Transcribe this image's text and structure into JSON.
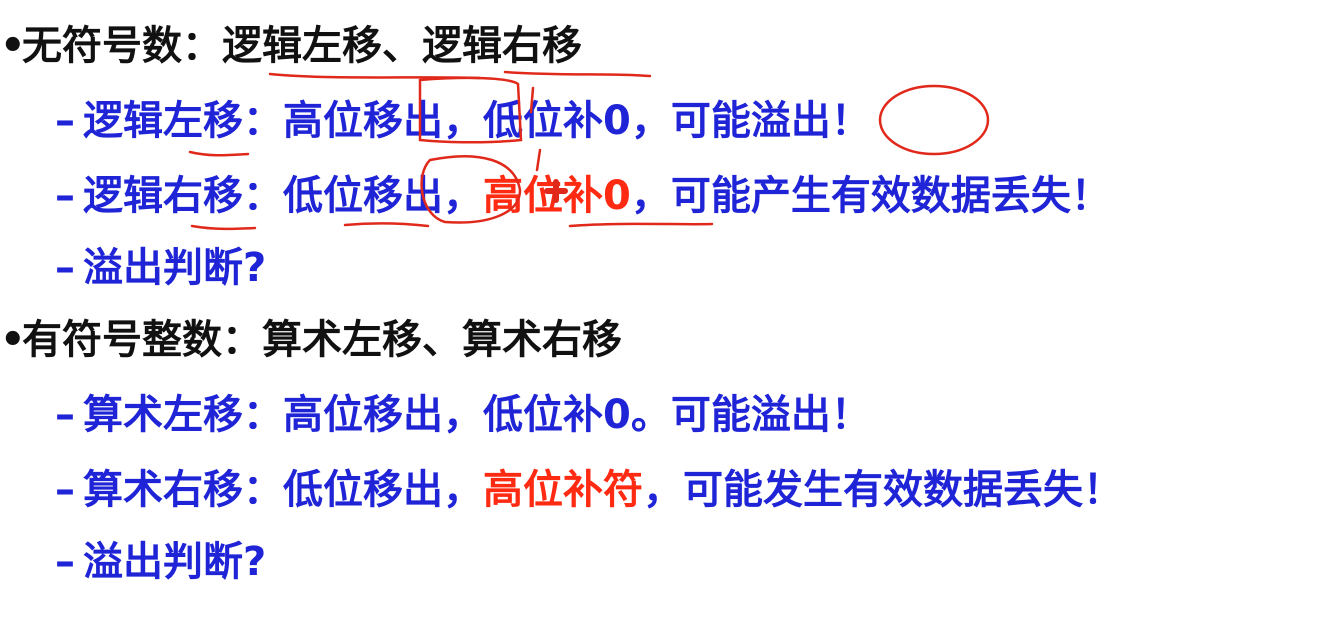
{
  "sections": [
    {
      "bullet": "•",
      "heading": "无符号数：逻辑左移、逻辑右移",
      "items": [
        {
          "dash": "–",
          "label": "逻辑左移：",
          "a": "高位移出，",
          "b": "低位补0，",
          "c": "可能溢出！"
        },
        {
          "dash": "–",
          "label": "逻辑右移：",
          "a": "低位移出，",
          "b": "高位补0",
          "c": "，可能产生有效数据丢失！"
        },
        {
          "dash": "–",
          "label": "溢出判断?"
        }
      ]
    },
    {
      "bullet": "•",
      "heading": "有符号整数：算术左移、算术右移",
      "items": [
        {
          "dash": "–",
          "label": "算术左移：",
          "a": "高位移出，",
          "b": "低位补0。",
          "c": "可能溢出！"
        },
        {
          "dash": "–",
          "label": "算术右移：",
          "a": "低位移出，",
          "b": "高位补符",
          "c": "，可能发生有效数据丢失！"
        },
        {
          "dash": "–",
          "label": "溢出判断?"
        }
      ]
    }
  ],
  "colors": {
    "heading": "#111111",
    "body": "#1f24d6",
    "highlight": "#ff2a12",
    "ink": "#e0291b"
  }
}
